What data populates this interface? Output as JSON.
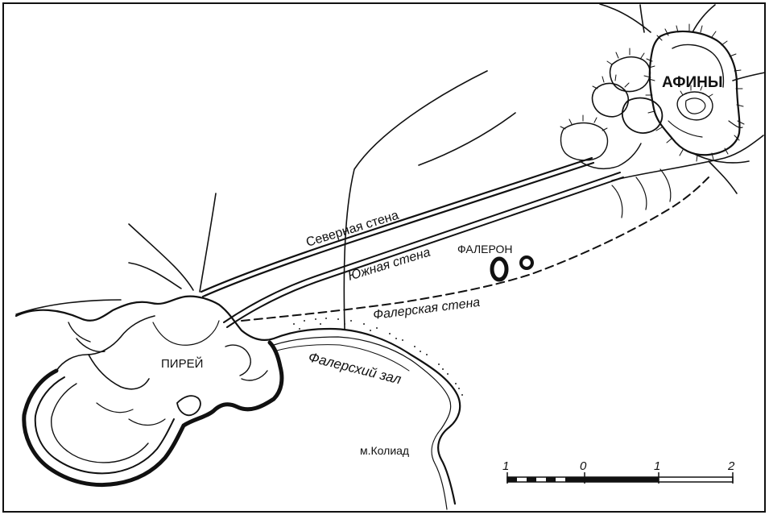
{
  "places": {
    "athens": "АФИНЫ",
    "piraeus": "ПИРЕЙ",
    "phaleron": "ФАЛЕРОН",
    "cape": "м.Колиад"
  },
  "walls": {
    "north": "Северная стена",
    "south": "Южная стена",
    "phaleric": "Фалерская стена"
  },
  "water": {
    "bay": "Фалерсхий зал"
  },
  "scale": {
    "ticks": [
      "1",
      "0",
      "1",
      "2"
    ]
  }
}
